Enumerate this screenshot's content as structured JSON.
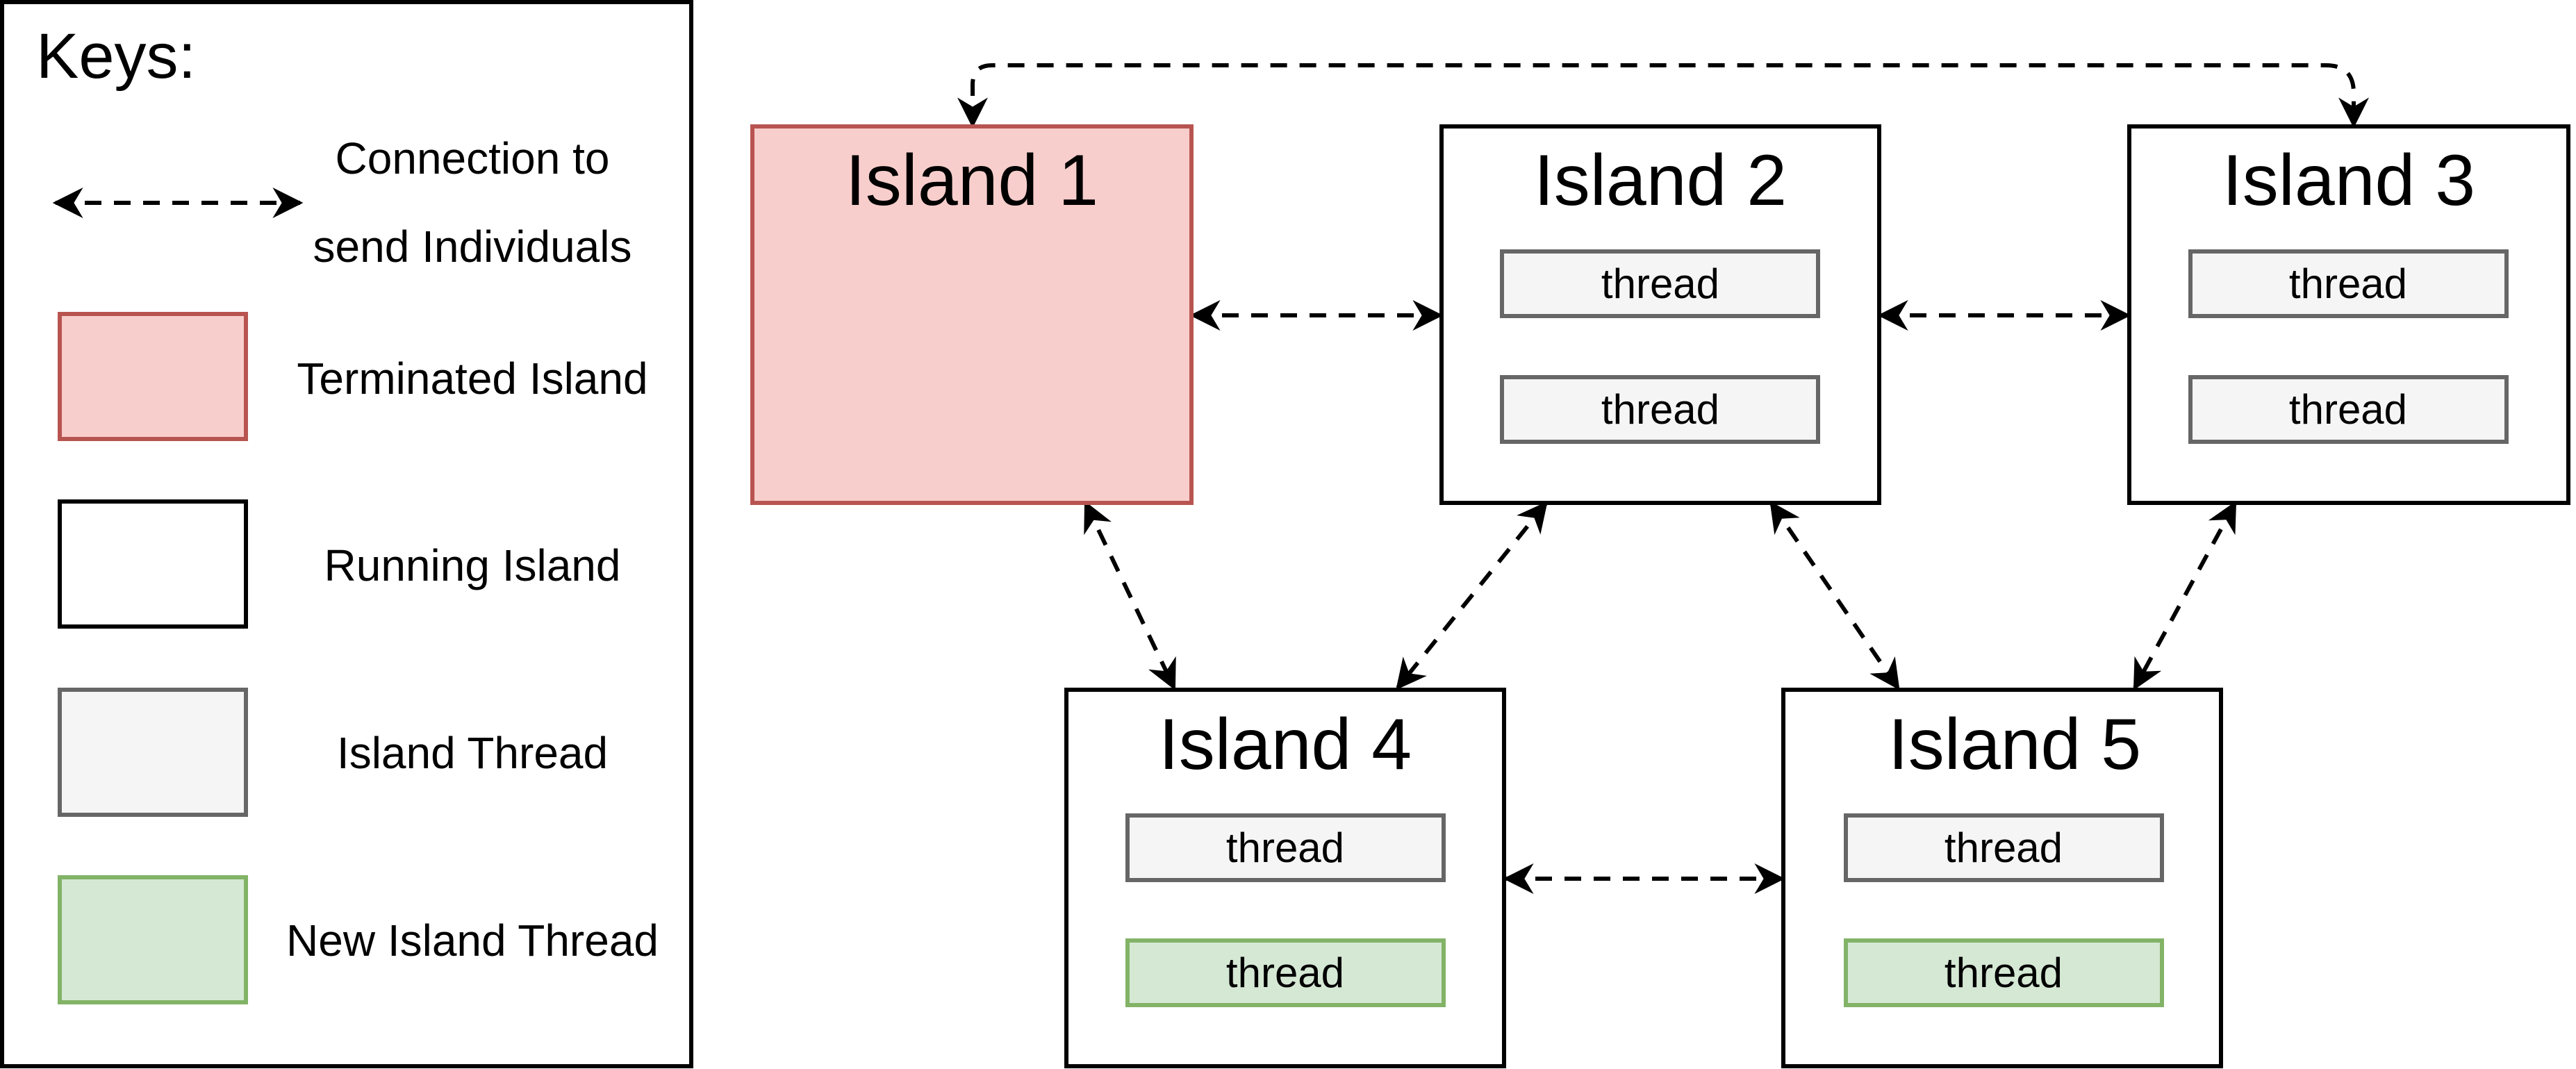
{
  "legend": {
    "title": "Keys:",
    "connection_label_line1": "Connection to",
    "connection_label_line2": "send Individuals",
    "terminated_label": "Terminated Island",
    "running_label": "Running Island",
    "thread_label": "Island Thread",
    "new_thread_label": "New Island Thread"
  },
  "islands": [
    {
      "title": "Island 1",
      "state": "terminated",
      "threads": []
    },
    {
      "title": "Island 2",
      "state": "running",
      "threads": [
        {
          "label": "thread",
          "kind": "existing"
        },
        {
          "label": "thread",
          "kind": "existing"
        }
      ]
    },
    {
      "title": "Island 3",
      "state": "running",
      "threads": [
        {
          "label": "thread",
          "kind": "existing"
        },
        {
          "label": "thread",
          "kind": "existing"
        }
      ]
    },
    {
      "title": "Island 4",
      "state": "running",
      "threads": [
        {
          "label": "thread",
          "kind": "existing"
        },
        {
          "label": "thread",
          "kind": "new"
        }
      ]
    },
    {
      "title": "Island 5",
      "state": "running",
      "threads": [
        {
          "label": "thread",
          "kind": "existing"
        },
        {
          "label": "thread",
          "kind": "new"
        }
      ]
    }
  ],
  "connections": [
    {
      "from": "Island 1",
      "to": "Island 2"
    },
    {
      "from": "Island 2",
      "to": "Island 3"
    },
    {
      "from": "Island 1",
      "to": "Island 3"
    },
    {
      "from": "Island 1",
      "to": "Island 4"
    },
    {
      "from": "Island 2",
      "to": "Island 4"
    },
    {
      "from": "Island 2",
      "to": "Island 5"
    },
    {
      "from": "Island 3",
      "to": "Island 5"
    },
    {
      "from": "Island 4",
      "to": "Island 5"
    }
  ],
  "colors": {
    "terminated_fill": "#f8cecc",
    "terminated_stroke": "#b85450",
    "running_fill": "#ffffff",
    "running_stroke": "#000000",
    "thread_fill": "#f5f5f5",
    "thread_stroke": "#666666",
    "new_thread_fill": "#d5e8d4",
    "new_thread_stroke": "#82b366",
    "thread_text": "#333333"
  }
}
